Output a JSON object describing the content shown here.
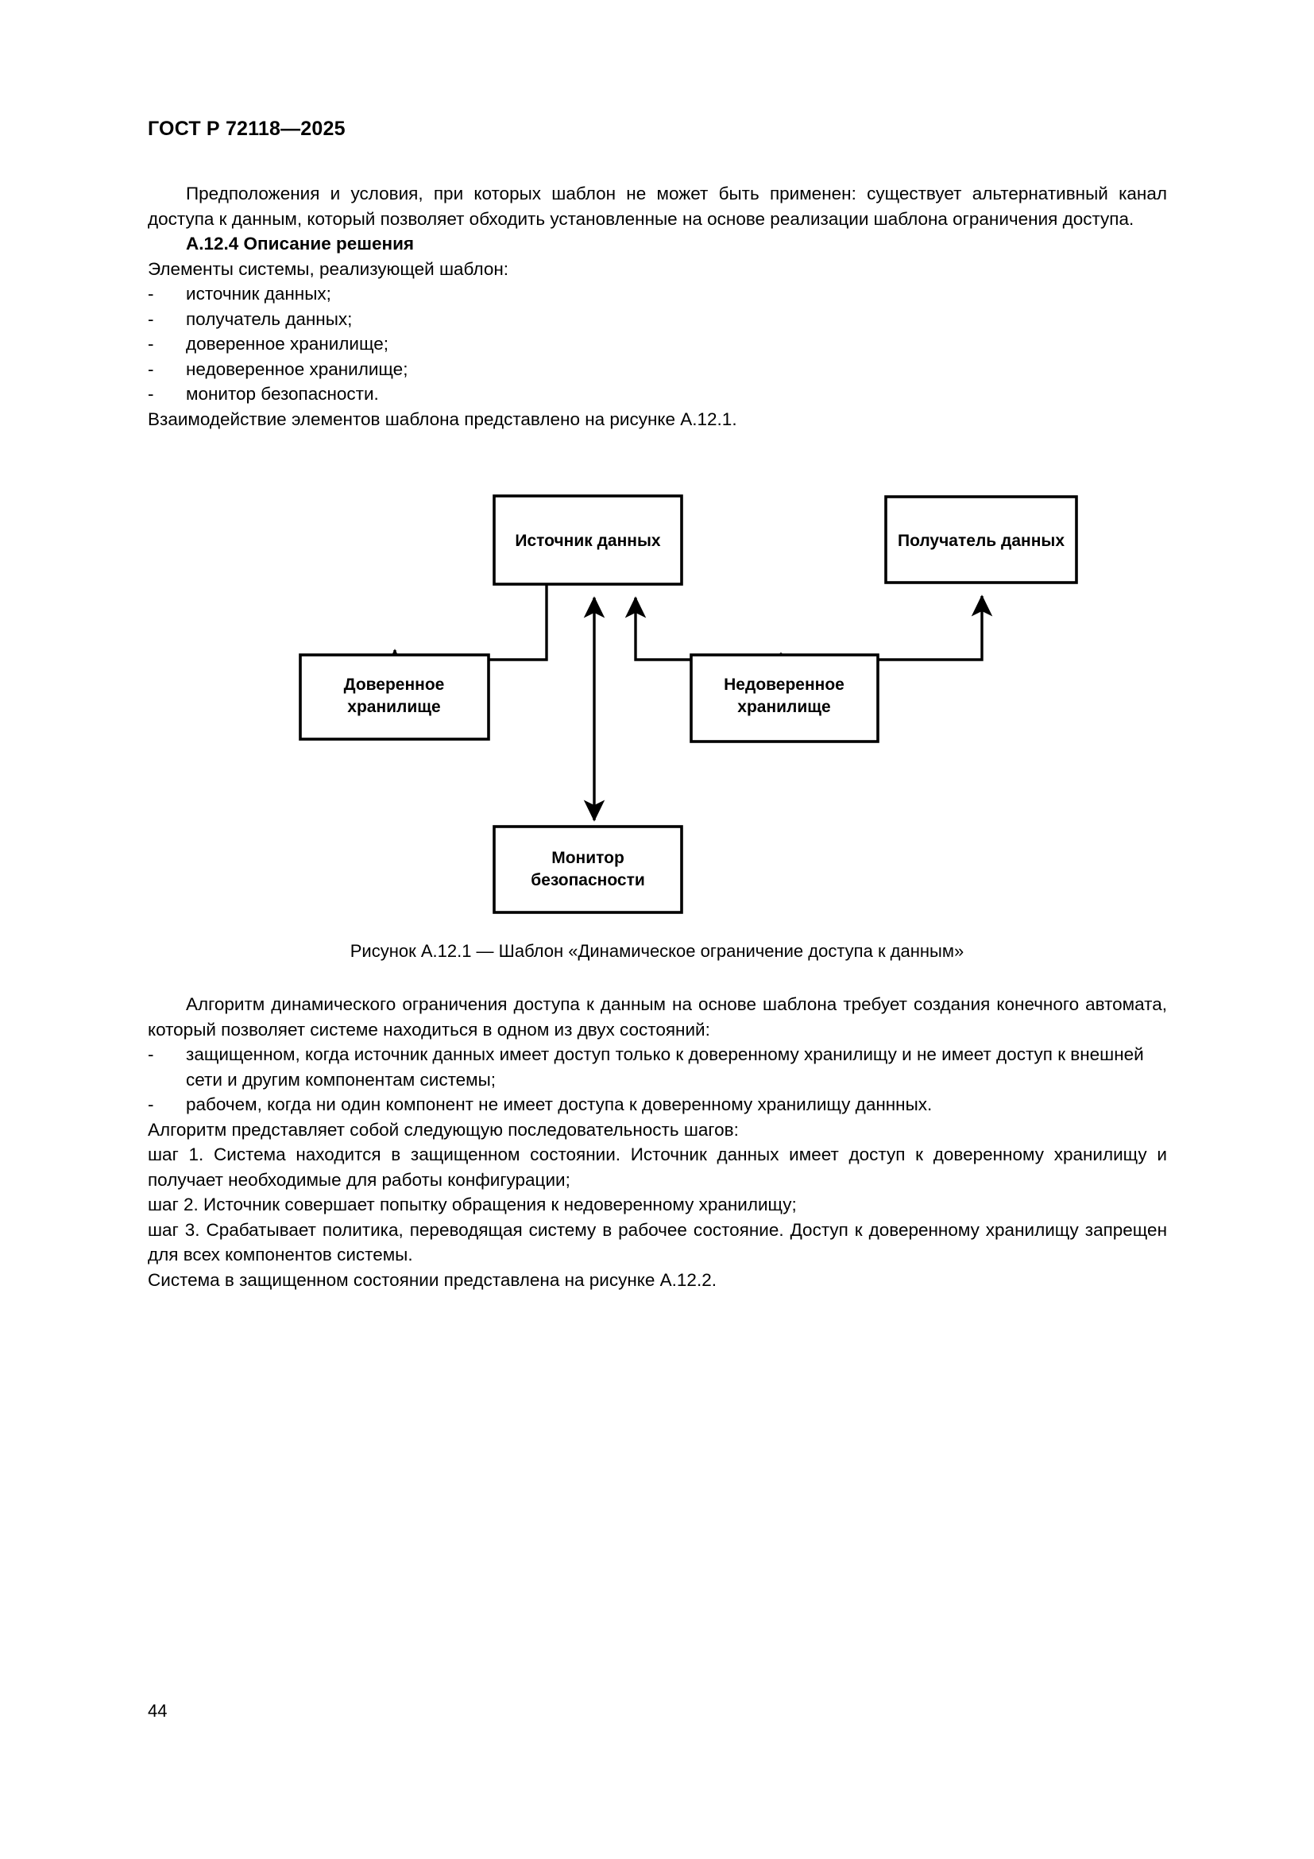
{
  "header": {
    "standard_id": "ГОСТ Р 72118—2025"
  },
  "intro": {
    "paragraph": "Предположения и условия, при которых шаблон не может быть применен: существует альтернативный канал доступа к данным, который позволяет обходить установленные на основе реализации шаблона ограничения доступа."
  },
  "section": {
    "heading": "А.12.4 Описание решения",
    "lead": "Элементы системы, реализующей шаблон:",
    "items": [
      "источник данных;",
      "получатель данных;",
      "доверенное хранилище;",
      "недоверенное хранилище;",
      "монитор безопасности."
    ],
    "after_list": "Взаимодействие элементов шаблона представлено на рисунке А.12.1."
  },
  "figure": {
    "caption": "Рисунок А.12.1 — Шаблон «Динамическое ограничение доступа к данным»",
    "nodes": [
      {
        "id": "source",
        "label_lines": [
          "Источник  данных"
        ]
      },
      {
        "id": "receiver",
        "label_lines": [
          "Получатель  данных"
        ]
      },
      {
        "id": "trusted",
        "label_lines": [
          "Доверенное",
          "хранилище"
        ]
      },
      {
        "id": "untrusted",
        "label_lines": [
          "Недоверенное",
          "хранилище"
        ]
      },
      {
        "id": "monitor",
        "label_lines": [
          "Монитор",
          "безопасности"
        ]
      }
    ],
    "edges": [
      {
        "from": "source",
        "to": "trusted",
        "direction": "down"
      },
      {
        "from": "trusted",
        "to": "source",
        "direction": "up"
      },
      {
        "from": "source",
        "to": "untrusted",
        "direction": "down"
      },
      {
        "from": "untrusted",
        "to": "receiver",
        "direction": "up"
      },
      {
        "from": "source",
        "to": "monitor",
        "direction": "down"
      },
      {
        "from": "monitor",
        "to": "source",
        "direction": "up"
      }
    ],
    "stroke_color": "#000000"
  },
  "body": {
    "p1": "Алгоритм динамического ограничения доступа к данным на основе шаблона требует создания конечного автомата, который позволяет системе находиться в одном из двух состояний:",
    "state_items": [
      "защищенном, когда источник данных имеет доступ только к доверенному хранилищу и не имеет доступ к внешней сети и другим компонентам системы;",
      "рабочем, когда ни один компонент не имеет доступа к доверенному хранилищу даннных."
    ],
    "p2": "Алгоритм представляет собой следующую последовательность шагов:",
    "steps": [
      "шаг 1. Система находится в защищенном состоянии. Источник данных имеет доступ к доверенному хранилищу и получает необходимые для работы конфигурации;",
      "шаг 2. Источник совершает попытку обращения к недоверенному хранилищу;",
      "шаг 3. Срабатывает политика, переводящая систему в рабочее состояние. Доступ к доверенному хранилищу запрещен для всех компонентов системы."
    ],
    "p3": "Система в защищенном состоянии представлена на рисунке А.12.2."
  },
  "folio": {
    "page_number": "44"
  }
}
